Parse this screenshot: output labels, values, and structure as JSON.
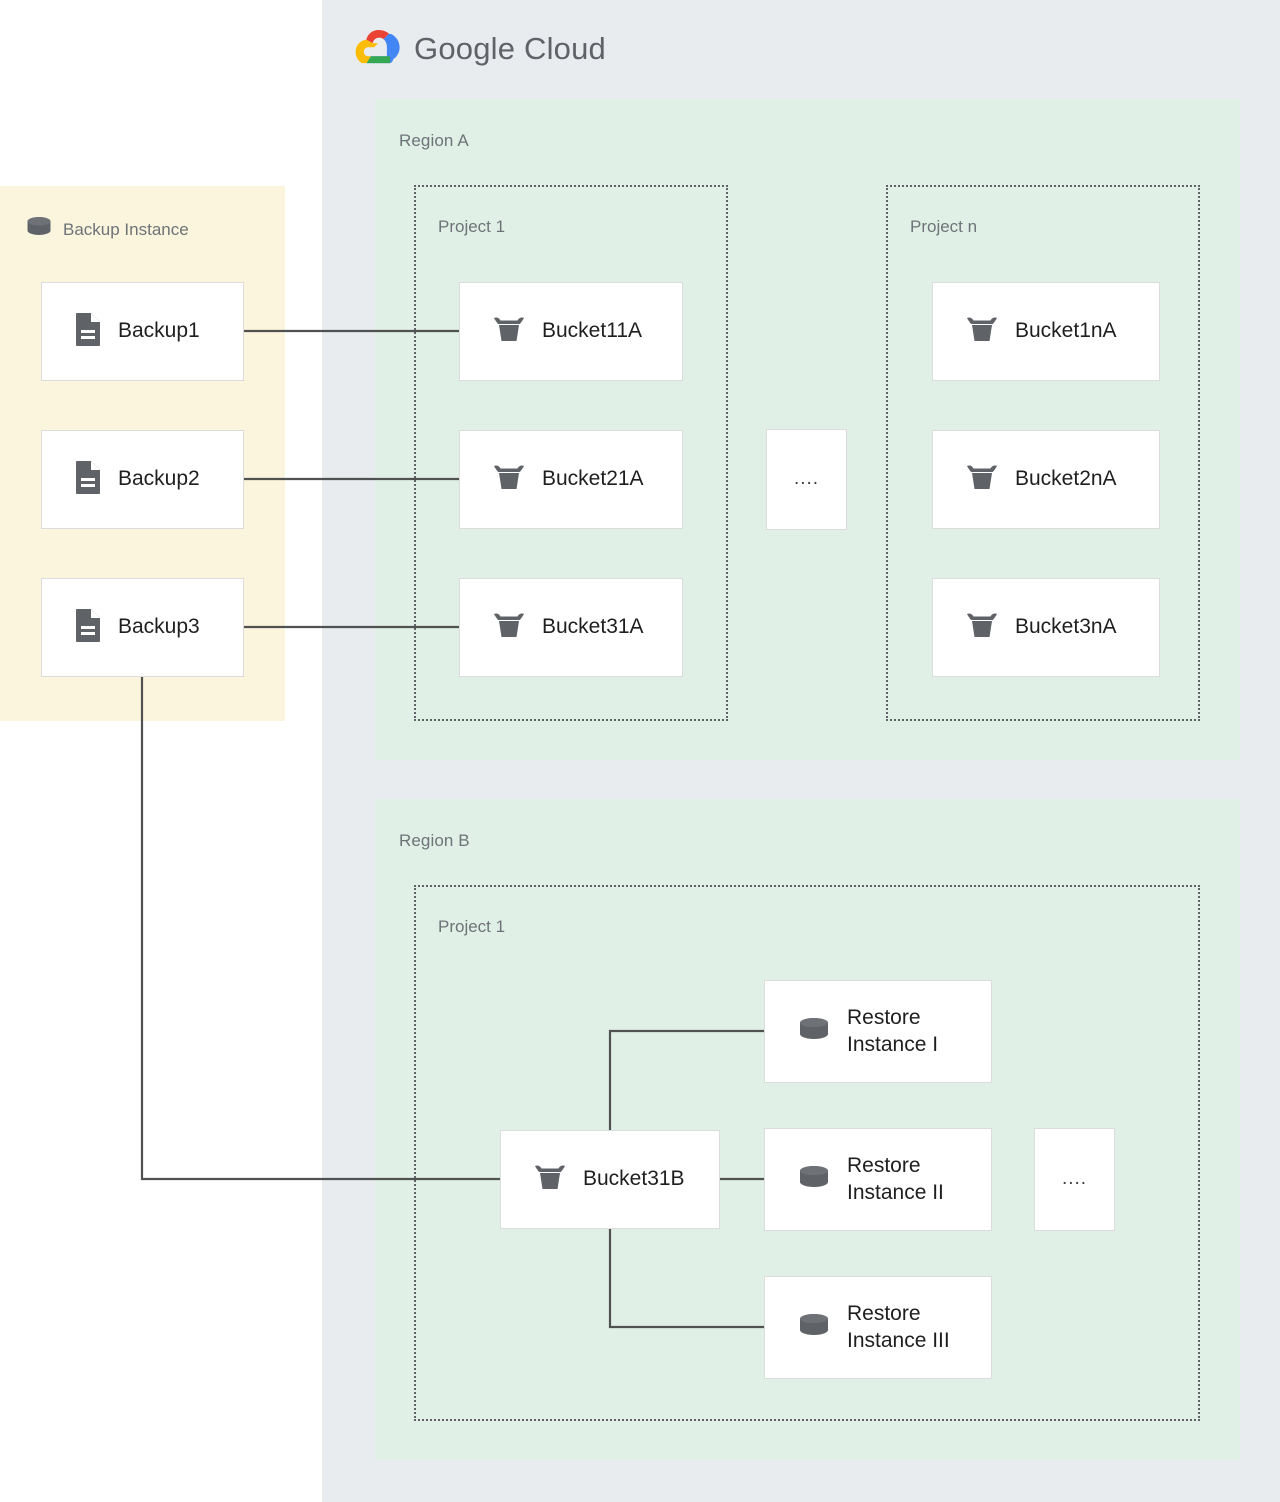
{
  "brand": {
    "logo_icon": "google-cloud-logo-icon",
    "wordmark_google": "Google",
    "wordmark_cloud": "Cloud"
  },
  "colors": {
    "cloud_panel_bg": "#e8ecef",
    "region_bg": "#e0f0e7",
    "backup_panel_bg": "#fcf5de",
    "node_bg": "#ffffff",
    "node_border": "#dcdcdc",
    "connector": "#4f5250",
    "label_text": "#6d7377",
    "node_text": "#1f1f1f",
    "icon_fill": "#5f6368",
    "logo_red": "#ea4335",
    "logo_blue": "#4285f4",
    "logo_yellow": "#fbbc05",
    "logo_green": "#34a853"
  },
  "backup_panel": {
    "icon": "database-cylinder-icon",
    "title": "Backup Instance",
    "nodes": [
      {
        "id": "backup-1",
        "icon": "document-icon",
        "label": "Backup1"
      },
      {
        "id": "backup-2",
        "icon": "document-icon",
        "label": "Backup2"
      },
      {
        "id": "backup-3",
        "icon": "document-icon",
        "label": "Backup3"
      }
    ]
  },
  "regions": [
    {
      "id": "region-a",
      "label": "Region A",
      "projects": [
        {
          "id": "project-1a",
          "label": "Project 1",
          "nodes": [
            {
              "id": "bucket-11a",
              "icon": "storage-bucket-icon",
              "label": "Bucket11A"
            },
            {
              "id": "bucket-21a",
              "icon": "storage-bucket-icon",
              "label": "Bucket21A"
            },
            {
              "id": "bucket-31a",
              "icon": "storage-bucket-icon",
              "label": "Bucket31A"
            }
          ]
        },
        {
          "id": "project-na",
          "label": "Project n",
          "nodes": [
            {
              "id": "bucket-1na",
              "icon": "storage-bucket-icon",
              "label": "Bucket1nA"
            },
            {
              "id": "bucket-2na",
              "icon": "storage-bucket-icon",
              "label": "Bucket2nA"
            },
            {
              "id": "bucket-3na",
              "icon": "storage-bucket-icon",
              "label": "Bucket3nA"
            }
          ]
        }
      ],
      "ellipsis": "...."
    },
    {
      "id": "region-b",
      "label": "Region B",
      "projects": [
        {
          "id": "project-1b",
          "label": "Project 1",
          "nodes": [
            {
              "id": "bucket-31b",
              "icon": "storage-bucket-icon",
              "label": "Bucket31B"
            },
            {
              "id": "restore-1",
              "icon": "database-cylinder-icon",
              "label": "Restore\nInstance I"
            },
            {
              "id": "restore-2",
              "icon": "database-cylinder-icon",
              "label": "Restore\nInstance II"
            },
            {
              "id": "restore-3",
              "icon": "database-cylinder-icon",
              "label": "Restore\nInstance III"
            }
          ]
        }
      ],
      "ellipsis": "...."
    }
  ],
  "connections": [
    {
      "from": "backup-1",
      "to": "bucket-11a"
    },
    {
      "from": "backup-2",
      "to": "bucket-21a"
    },
    {
      "from": "backup-3",
      "to": "bucket-31a"
    },
    {
      "from": "backup-3",
      "to": "bucket-31b"
    },
    {
      "from": "bucket-31b",
      "to": "restore-1"
    },
    {
      "from": "bucket-31b",
      "to": "restore-2"
    },
    {
      "from": "bucket-31b",
      "to": "restore-3"
    }
  ]
}
